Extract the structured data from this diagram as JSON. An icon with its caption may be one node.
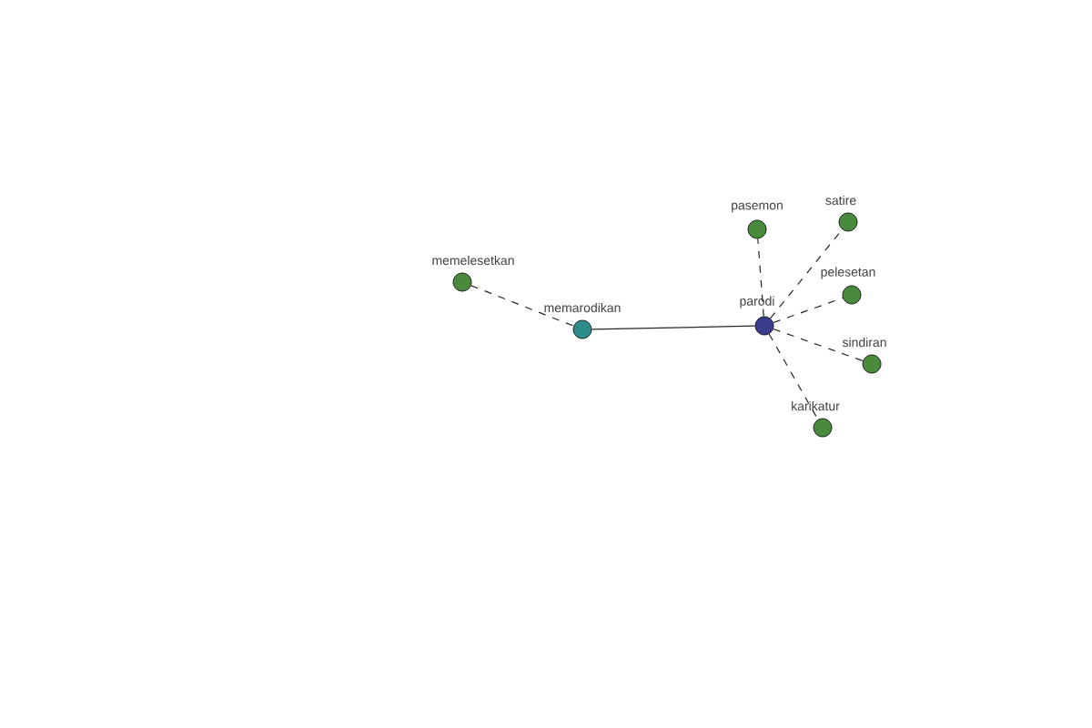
{
  "diagram": {
    "nodes": [
      {
        "text": [
          "parodi"
        ]
      },
      {
        "text": [
          "memarodikan"
        ]
      },
      {
        "text": [
          "memelesetkan"
        ]
      },
      {
        "text": [
          "pasemon"
        ]
      },
      {
        "text": [
          "satire"
        ]
      },
      {
        "text": [
          "pelesetan"
        ]
      },
      {
        "text": [
          "sindiran"
        ]
      },
      {
        "text": [
          "karikatur"
        ]
      }
    ],
    "edges": [
      {
        "from": 1,
        "to": 0,
        "arrow": "none"
      },
      {
        "from": 2,
        "to": 1,
        "arrow": "none",
        "style": "dashed"
      },
      {
        "from": 0,
        "to": 3,
        "arrow": "none",
        "style": "dashed"
      },
      {
        "from": 0,
        "to": 4,
        "arrow": "none",
        "style": "dashed"
      },
      {
        "from": 0,
        "to": 5,
        "arrow": "none",
        "style": "dashed"
      },
      {
        "from": 0,
        "to": 6,
        "arrow": "none",
        "style": "dashed"
      },
      {
        "from": 0,
        "to": 7,
        "arrow": "none",
        "style": "dashed"
      }
    ]
  }
}
